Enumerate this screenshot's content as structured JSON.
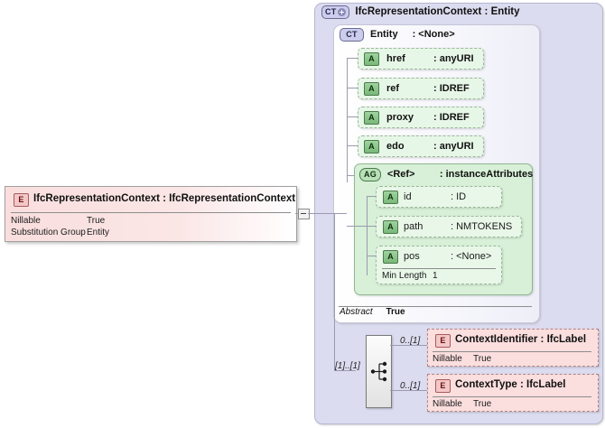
{
  "diagram": {
    "title": "IfcRepresentationContext XSD diagram",
    "colors": {
      "container_bg": "#dcdcf0",
      "attribute_bg": "#e7f7e7",
      "element_bg": "#fadede",
      "line": "#9a9ab0",
      "facet_number": "#cc1111"
    }
  },
  "source_element": {
    "badge": "E",
    "badge_icon": "element-badge-icon",
    "title": "IfcRepresentationContext : IfcRepresentationContext",
    "facets": [
      {
        "key": "Nillable",
        "value": "True"
      },
      {
        "key": "Substitution Group",
        "value": "Entity"
      }
    ],
    "toggle_icon": "collapse-toggle-icon"
  },
  "complex_type": {
    "badge": "CT",
    "badge_icon": "complextype-badge-icon",
    "expand_icon": "expand-plus-icon",
    "title": "IfcRepresentationContext : Entity"
  },
  "base_type": {
    "badge": "CT",
    "badge_icon": "complextype-badge-icon",
    "name": "Entity",
    "type": ": <None>",
    "facets": [
      {
        "key": "Abstract",
        "value": "True"
      }
    ],
    "attributes": [
      {
        "badge": "A",
        "name": "href",
        "type": ": anyURI"
      },
      {
        "badge": "A",
        "name": "ref",
        "type": ": IDREF"
      },
      {
        "badge": "A",
        "name": "proxy",
        "type": ": IDREF"
      },
      {
        "badge": "A",
        "name": "edo",
        "type": ": anyURI"
      }
    ],
    "attribute_group": {
      "badge": "AG",
      "badge_icon": "attributegroup-badge-icon",
      "name": "<Ref>",
      "type": ": instanceAttributes",
      "attributes": [
        {
          "badge": "A",
          "name": "id",
          "type": ": ID",
          "facets": []
        },
        {
          "badge": "A",
          "name": "path",
          "type": ": NMTOKENS",
          "facets": []
        },
        {
          "badge": "A",
          "name": "pos",
          "type": ": <None>",
          "facets": [
            {
              "key": "Min Length",
              "value": "1"
            }
          ]
        }
      ]
    }
  },
  "model_group": {
    "icon": "all-model-group-icon",
    "cardinality": "[1]..[1]"
  },
  "children": [
    {
      "badge": "E",
      "badge_icon": "element-badge-icon",
      "title": "ContextIdentifier : IfcLabel",
      "cardinality": "0..[1]",
      "facets": [
        {
          "key": "Nillable",
          "value": "True"
        }
      ]
    },
    {
      "badge": "E",
      "badge_icon": "element-badge-icon",
      "title": "ContextType : IfcLabel",
      "cardinality": "0..[1]",
      "facets": [
        {
          "key": "Nillable",
          "value": "True"
        }
      ]
    }
  ]
}
